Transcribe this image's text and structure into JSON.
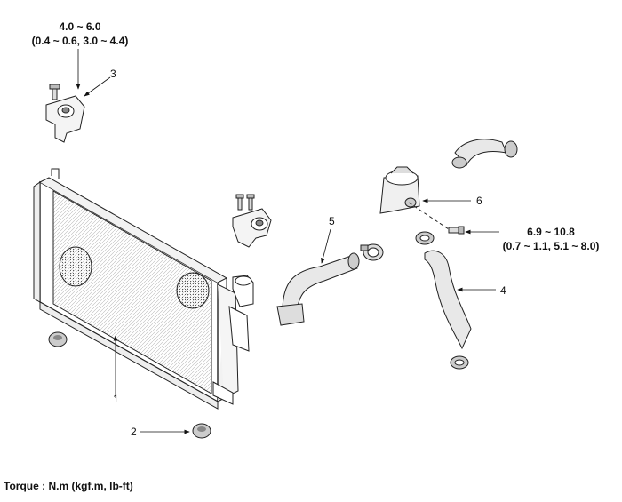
{
  "torque_top": {
    "line1": "4.0 ~ 6.0",
    "line2": "(0.4 ~ 0.6, 3.0 ~ 4.4)"
  },
  "torque_right": {
    "line1": "6.9 ~ 10.8",
    "line2": "(0.7 ~ 1.1, 5.1 ~ 8.0)"
  },
  "callouts": [
    "1",
    "2",
    "3",
    "4",
    "5",
    "6"
  ],
  "footer": "Torque : N.m (kgf.m, lb-ft)"
}
